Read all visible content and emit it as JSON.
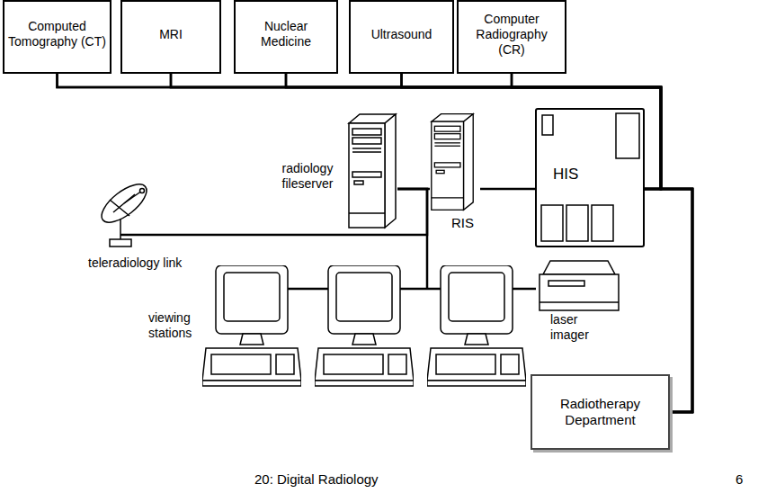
{
  "diagram": {
    "nodes": [
      {
        "text": [
          "Computed Tomography (CT)"
        ]
      },
      {
        "text": [
          "MRI"
        ]
      },
      {
        "text": [
          "Nuclear Medicine"
        ]
      },
      {
        "text": [
          "Ultrasound"
        ]
      },
      {
        "text": [
          "Computer Radiography (CR)"
        ]
      },
      {
        "text": [
          "radiology fileserver"
        ]
      },
      {
        "text": [
          "RIS"
        ]
      },
      {
        "text": [
          "HIS"
        ]
      },
      {
        "text": [
          "teleradiology link"
        ]
      },
      {
        "text": [
          "viewing stations"
        ]
      },
      {
        "text": [
          "laser imager"
        ]
      },
      {
        "text": [
          "Radiotherapy Department"
        ]
      }
    ],
    "edges": [
      {
        "from": 0,
        "to": 7,
        "arrow": "none"
      },
      {
        "from": 1,
        "to": 7,
        "arrow": "none"
      },
      {
        "from": 2,
        "to": 7,
        "arrow": "none"
      },
      {
        "from": 3,
        "to": 7,
        "arrow": "none"
      },
      {
        "from": 4,
        "to": 7,
        "arrow": "none"
      },
      {
        "from": 0,
        "to": 11,
        "arrow": "none"
      },
      {
        "from": 1,
        "to": 11,
        "arrow": "none"
      },
      {
        "from": 2,
        "to": 11,
        "arrow": "none"
      },
      {
        "from": 3,
        "to": 11,
        "arrow": "none"
      },
      {
        "from": 4,
        "to": 11,
        "arrow": "none"
      },
      {
        "from": 7,
        "to": 11,
        "arrow": "none"
      },
      {
        "from": 5,
        "to": 6,
        "arrow": "none"
      },
      {
        "from": 6,
        "to": 7,
        "arrow": "none"
      },
      {
        "from": 8,
        "to": 5,
        "arrow": "none"
      },
      {
        "from": 9,
        "to": 5,
        "arrow": "none"
      },
      {
        "from": 9,
        "to": 10,
        "arrow": "none"
      }
    ],
    "labels": [
      "20: Digital Radiology",
      "6"
    ]
  }
}
